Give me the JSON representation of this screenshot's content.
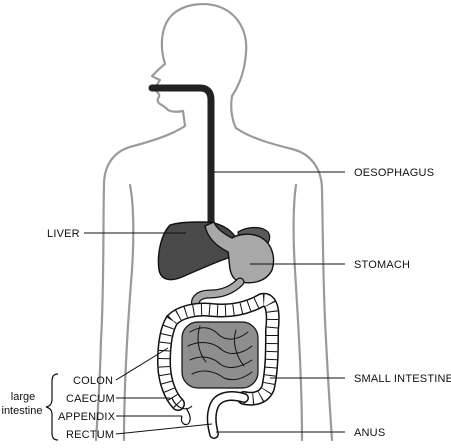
{
  "labels": {
    "oesophagus": "OESOPHAGUS",
    "liver": "LIVER",
    "stomach": "STOMACH",
    "small_intestine": "SMALL INTESTINE",
    "anus": "ANUS",
    "colon": "COLON",
    "caecum": "CAECUM",
    "appendix": "APPENDIX",
    "rectum": "RECTUM",
    "group_line1": "large",
    "group_line2": "intestine"
  },
  "colors": {
    "body_outline": "#9a9a9a",
    "oesophagus": "#222222",
    "liver": "#4a4a4a",
    "stomach": "#a8a8a8",
    "stomach_dark": "#5a5a5a",
    "small_intestine": "#8e8e8e",
    "colon_fill": "#ffffff",
    "ink": "#111111"
  }
}
